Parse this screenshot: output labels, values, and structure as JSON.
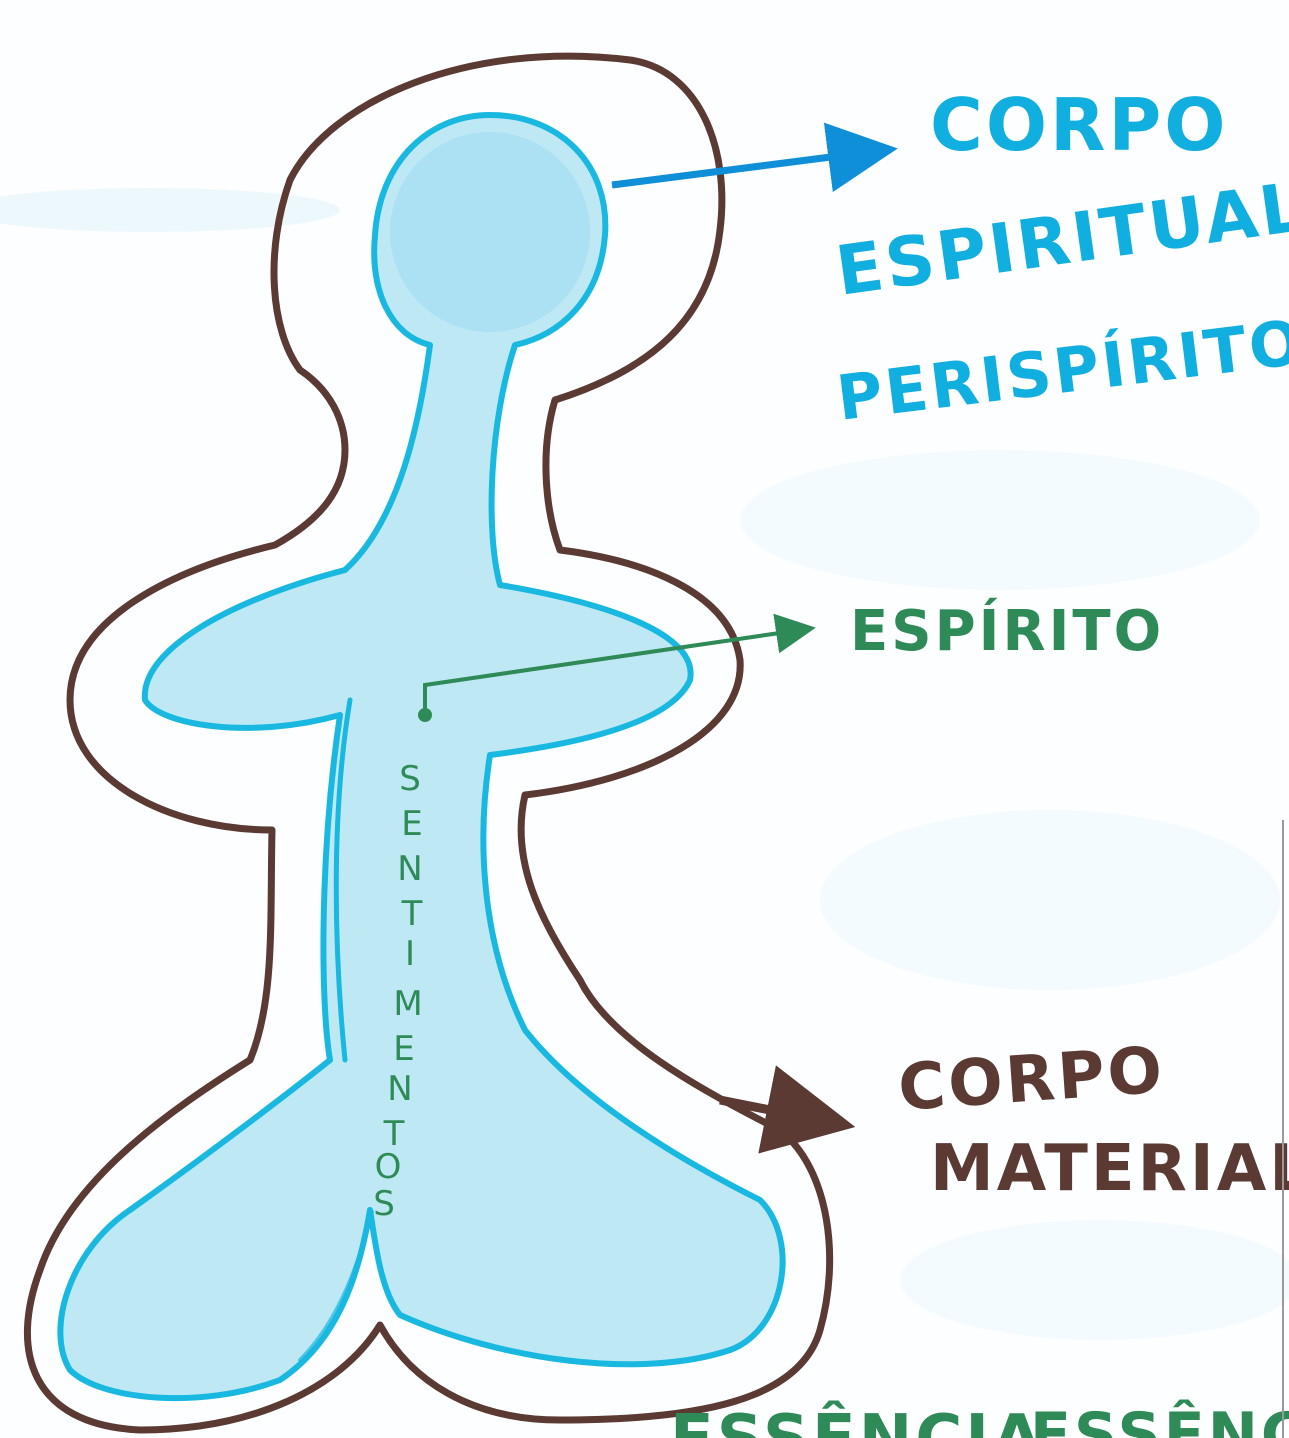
{
  "diagram": {
    "colors": {
      "paper": "#fdfeff",
      "pencil_fill": "#bfe8f5",
      "spiritual_outline": "#19b8e0",
      "material_outline": "#5a3a32",
      "spirit_label": "#2e8b57",
      "spiritual_label": "#11aee0",
      "material_label": "#5a3a32"
    },
    "labels": {
      "spiritual_line1": "CORPO",
      "spiritual_line2": "ESPIRITUAL/",
      "spiritual_line3": "PERISPÍRITO",
      "spirit": "ESPÍRITO",
      "material_line1": "CORPO",
      "material_line2": "MATERIAL",
      "feelings_letters": [
        "S",
        "E",
        "N",
        "T",
        "I",
        "M",
        "E",
        "N",
        "T",
        "O",
        "S"
      ],
      "bottom_left_partial": "ESSÊNCIA",
      "bottom_right_partial": "ESSÊNCIA"
    }
  }
}
